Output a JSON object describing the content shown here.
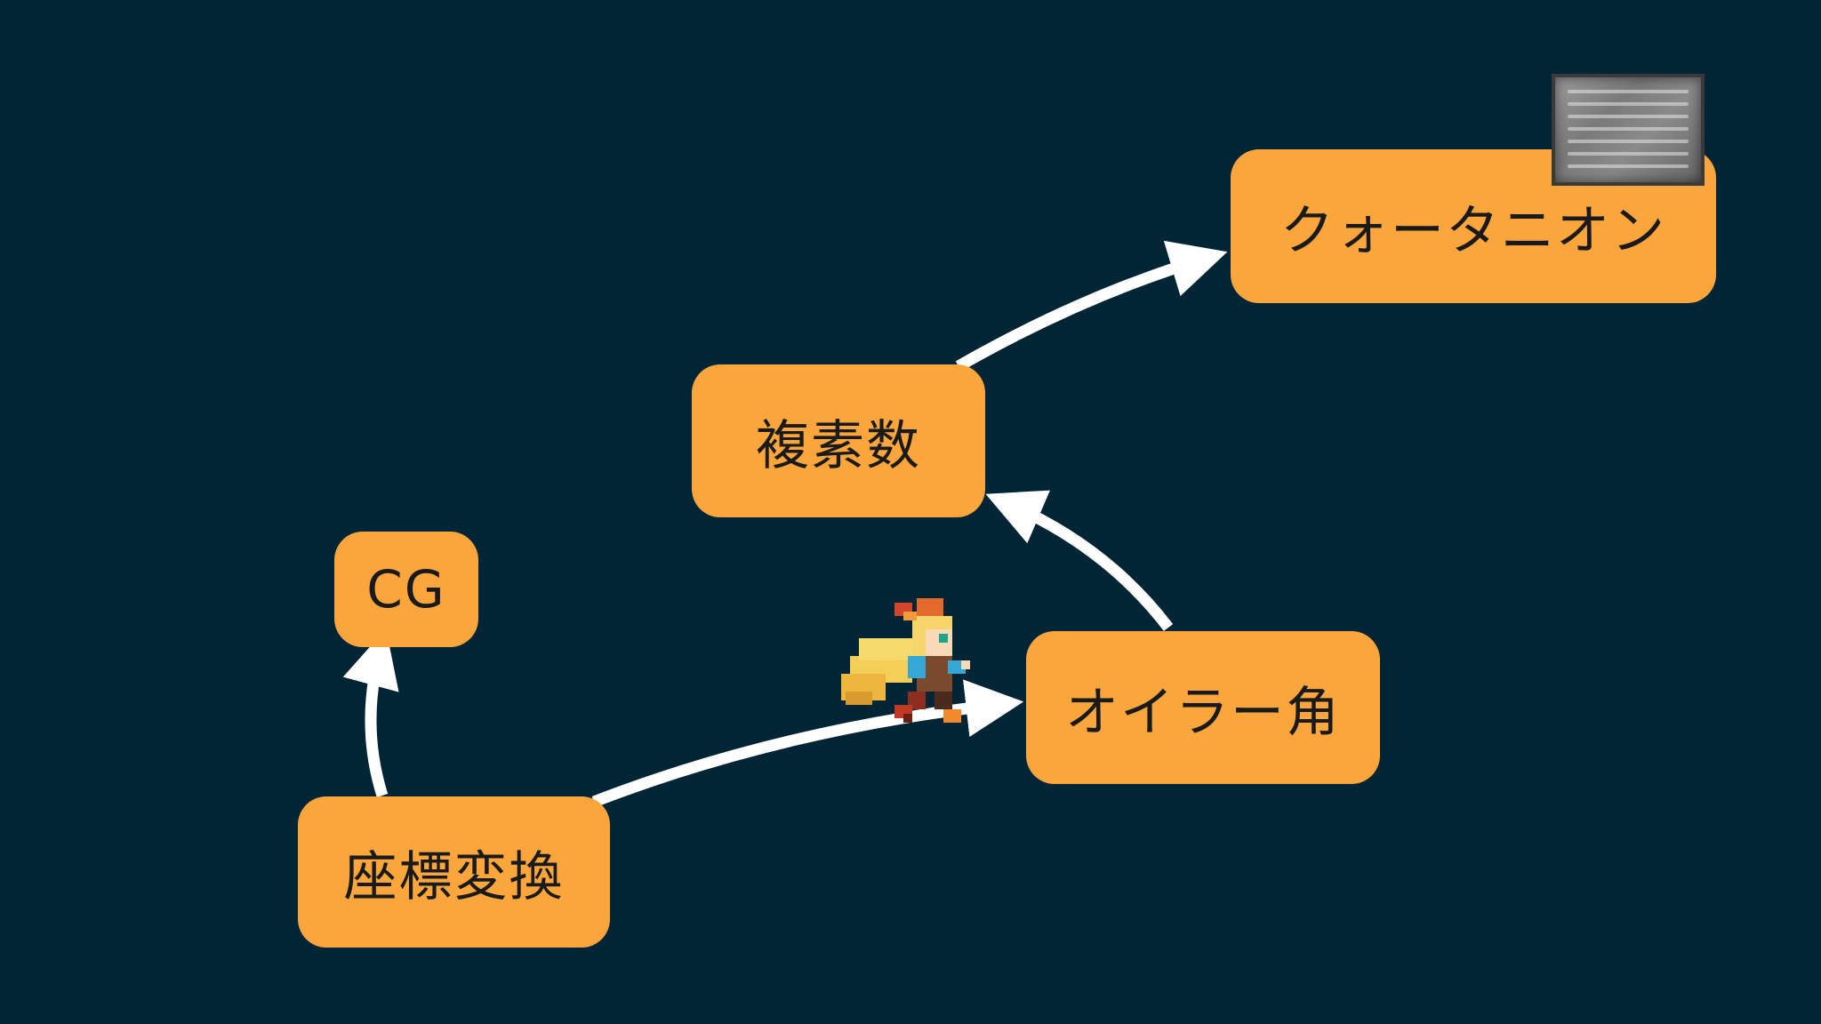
{
  "diagram": {
    "nodes": {
      "cg": "CG",
      "zahyou": "座標変換",
      "euler": "オイラー角",
      "fukuso": "複素数",
      "quaternion": "クォータニオン"
    }
  },
  "colors": {
    "background": "#022536",
    "node_fill": "#FAA63D",
    "arrow": "#FFFFFF"
  },
  "icons": {
    "decoration_top_right": "stone-tablet-icon",
    "decoration_character": "pixel-character-icon"
  }
}
